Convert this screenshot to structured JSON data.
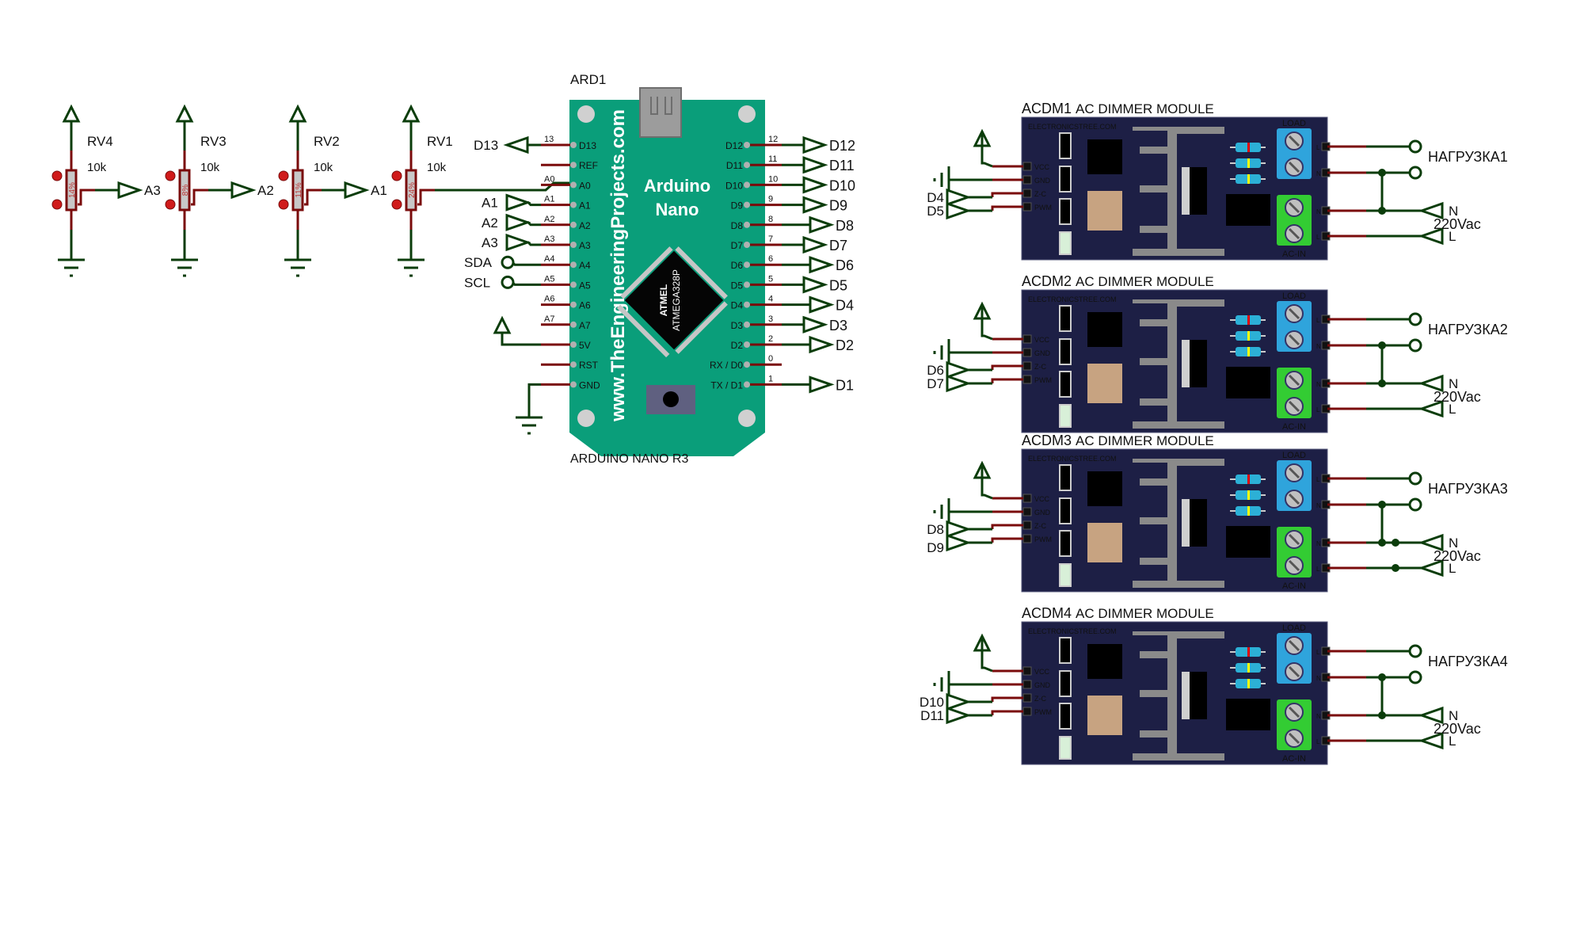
{
  "colors": {
    "wire_green": "#0b3d0b",
    "wire_red": "#7a0b0b",
    "pcb_green": "#0a9e7a",
    "module_navy": "#1d1f45",
    "terminal_blue": "#2fa4dc",
    "terminal_green": "#33cc33",
    "load_label": "#7a1010"
  },
  "potentiometers": [
    {
      "ref": "RV4",
      "value": "10k",
      "wiper": "14%",
      "net": "A3"
    },
    {
      "ref": "RV3",
      "value": "10k",
      "wiper": "8%",
      "net": "A2"
    },
    {
      "ref": "RV2",
      "value": "10k",
      "wiper": "11%",
      "net": "A1"
    },
    {
      "ref": "RV1",
      "value": "10k",
      "wiper": "24%",
      "net": "A0"
    }
  ],
  "arduino": {
    "ref": "ARD1",
    "part": "ARDUINO NANO R3",
    "title_line1": "Arduino",
    "title_line2": "Nano",
    "watermark": "www.TheEngineeringProjects.com",
    "chip_line1": "ATMEL",
    "chip_line2": "ATMEGA328P",
    "left_pins": [
      {
        "name": "D13",
        "num": "13",
        "net": "D13",
        "term": "out"
      },
      {
        "name": "REF",
        "num": "",
        "net": "",
        "term": "none"
      },
      {
        "name": "A0",
        "num": "A0",
        "net": "",
        "term": "wire"
      },
      {
        "name": "A1",
        "num": "A1",
        "net": "A1",
        "term": "in"
      },
      {
        "name": "A2",
        "num": "A2",
        "net": "A2",
        "term": "in"
      },
      {
        "name": "A3",
        "num": "A3",
        "net": "A3",
        "term": "in"
      },
      {
        "name": "A4",
        "num": "A4",
        "net": "SDA",
        "term": "bidir"
      },
      {
        "name": "A5",
        "num": "A5",
        "net": "SCL",
        "term": "bidir"
      },
      {
        "name": "A6",
        "num": "A6",
        "net": "",
        "term": "none"
      },
      {
        "name": "A7",
        "num": "A7",
        "net": "",
        "term": "none"
      },
      {
        "name": "5V",
        "num": "",
        "net": "",
        "term": "power"
      },
      {
        "name": "RST",
        "num": "",
        "net": "",
        "term": "none"
      },
      {
        "name": "GND",
        "num": "",
        "net": "",
        "term": "ground"
      }
    ],
    "right_pins": [
      {
        "name": "D12",
        "num": "12",
        "net": "D12"
      },
      {
        "name": "D11",
        "num": "11",
        "net": "D11"
      },
      {
        "name": "D10",
        "num": "10",
        "net": "D10"
      },
      {
        "name": "D9",
        "num": "9",
        "net": "D9"
      },
      {
        "name": "D8",
        "num": "8",
        "net": "D8"
      },
      {
        "name": "D7",
        "num": "7",
        "net": "D7"
      },
      {
        "name": "D6",
        "num": "6",
        "net": "D6"
      },
      {
        "name": "D5",
        "num": "5",
        "net": "D5"
      },
      {
        "name": "D4",
        "num": "4",
        "net": "D4"
      },
      {
        "name": "D3",
        "num": "3",
        "net": "D3"
      },
      {
        "name": "D2",
        "num": "2",
        "net": "D2"
      },
      {
        "name": "RX / D0",
        "num": "0",
        "net": ""
      },
      {
        "name": "TX /  D1",
        "num": "1",
        "net": "D1"
      }
    ]
  },
  "dimmers": [
    {
      "ref": "ACDM1",
      "title": "AC DIMMER MODULE",
      "brand": "ELECTRONICSTREE.COM",
      "zc_net": "D4",
      "pwm_net": "D5",
      "load_label": "НАГРУЗКА1",
      "supply_label": "220Vac"
    },
    {
      "ref": "ACDM2",
      "title": "AC DIMMER MODULE",
      "brand": "ELECTRONICSTREE.COM",
      "zc_net": "D6",
      "pwm_net": "D7",
      "load_label": "НАГРУЗКА2",
      "supply_label": "220Vac"
    },
    {
      "ref": "ACDM3",
      "title": "AC DIMMER MODULE",
      "brand": "ELECTRONICSTREE.COM",
      "zc_net": "D8",
      "pwm_net": "D9",
      "load_label": "НАГРУЗКА3",
      "supply_label": "220Vac"
    },
    {
      "ref": "ACDM4",
      "title": "AC DIMMER MODULE",
      "brand": "ELECTRONICSTREE.COM",
      "zc_net": "D10",
      "pwm_net": "D11",
      "load_label": "НАГРУЗКА4",
      "supply_label": "220Vac"
    }
  ],
  "dimmer_pins": {
    "left": [
      "VCC",
      "GND",
      "Z-C",
      "PWM"
    ],
    "load_header": "LOAD",
    "acin_header": "AC-IN",
    "load_pins": [
      "L",
      "N"
    ],
    "acin_pins": [
      "N",
      "L"
    ],
    "n_net": "N",
    "l_net": "L"
  }
}
